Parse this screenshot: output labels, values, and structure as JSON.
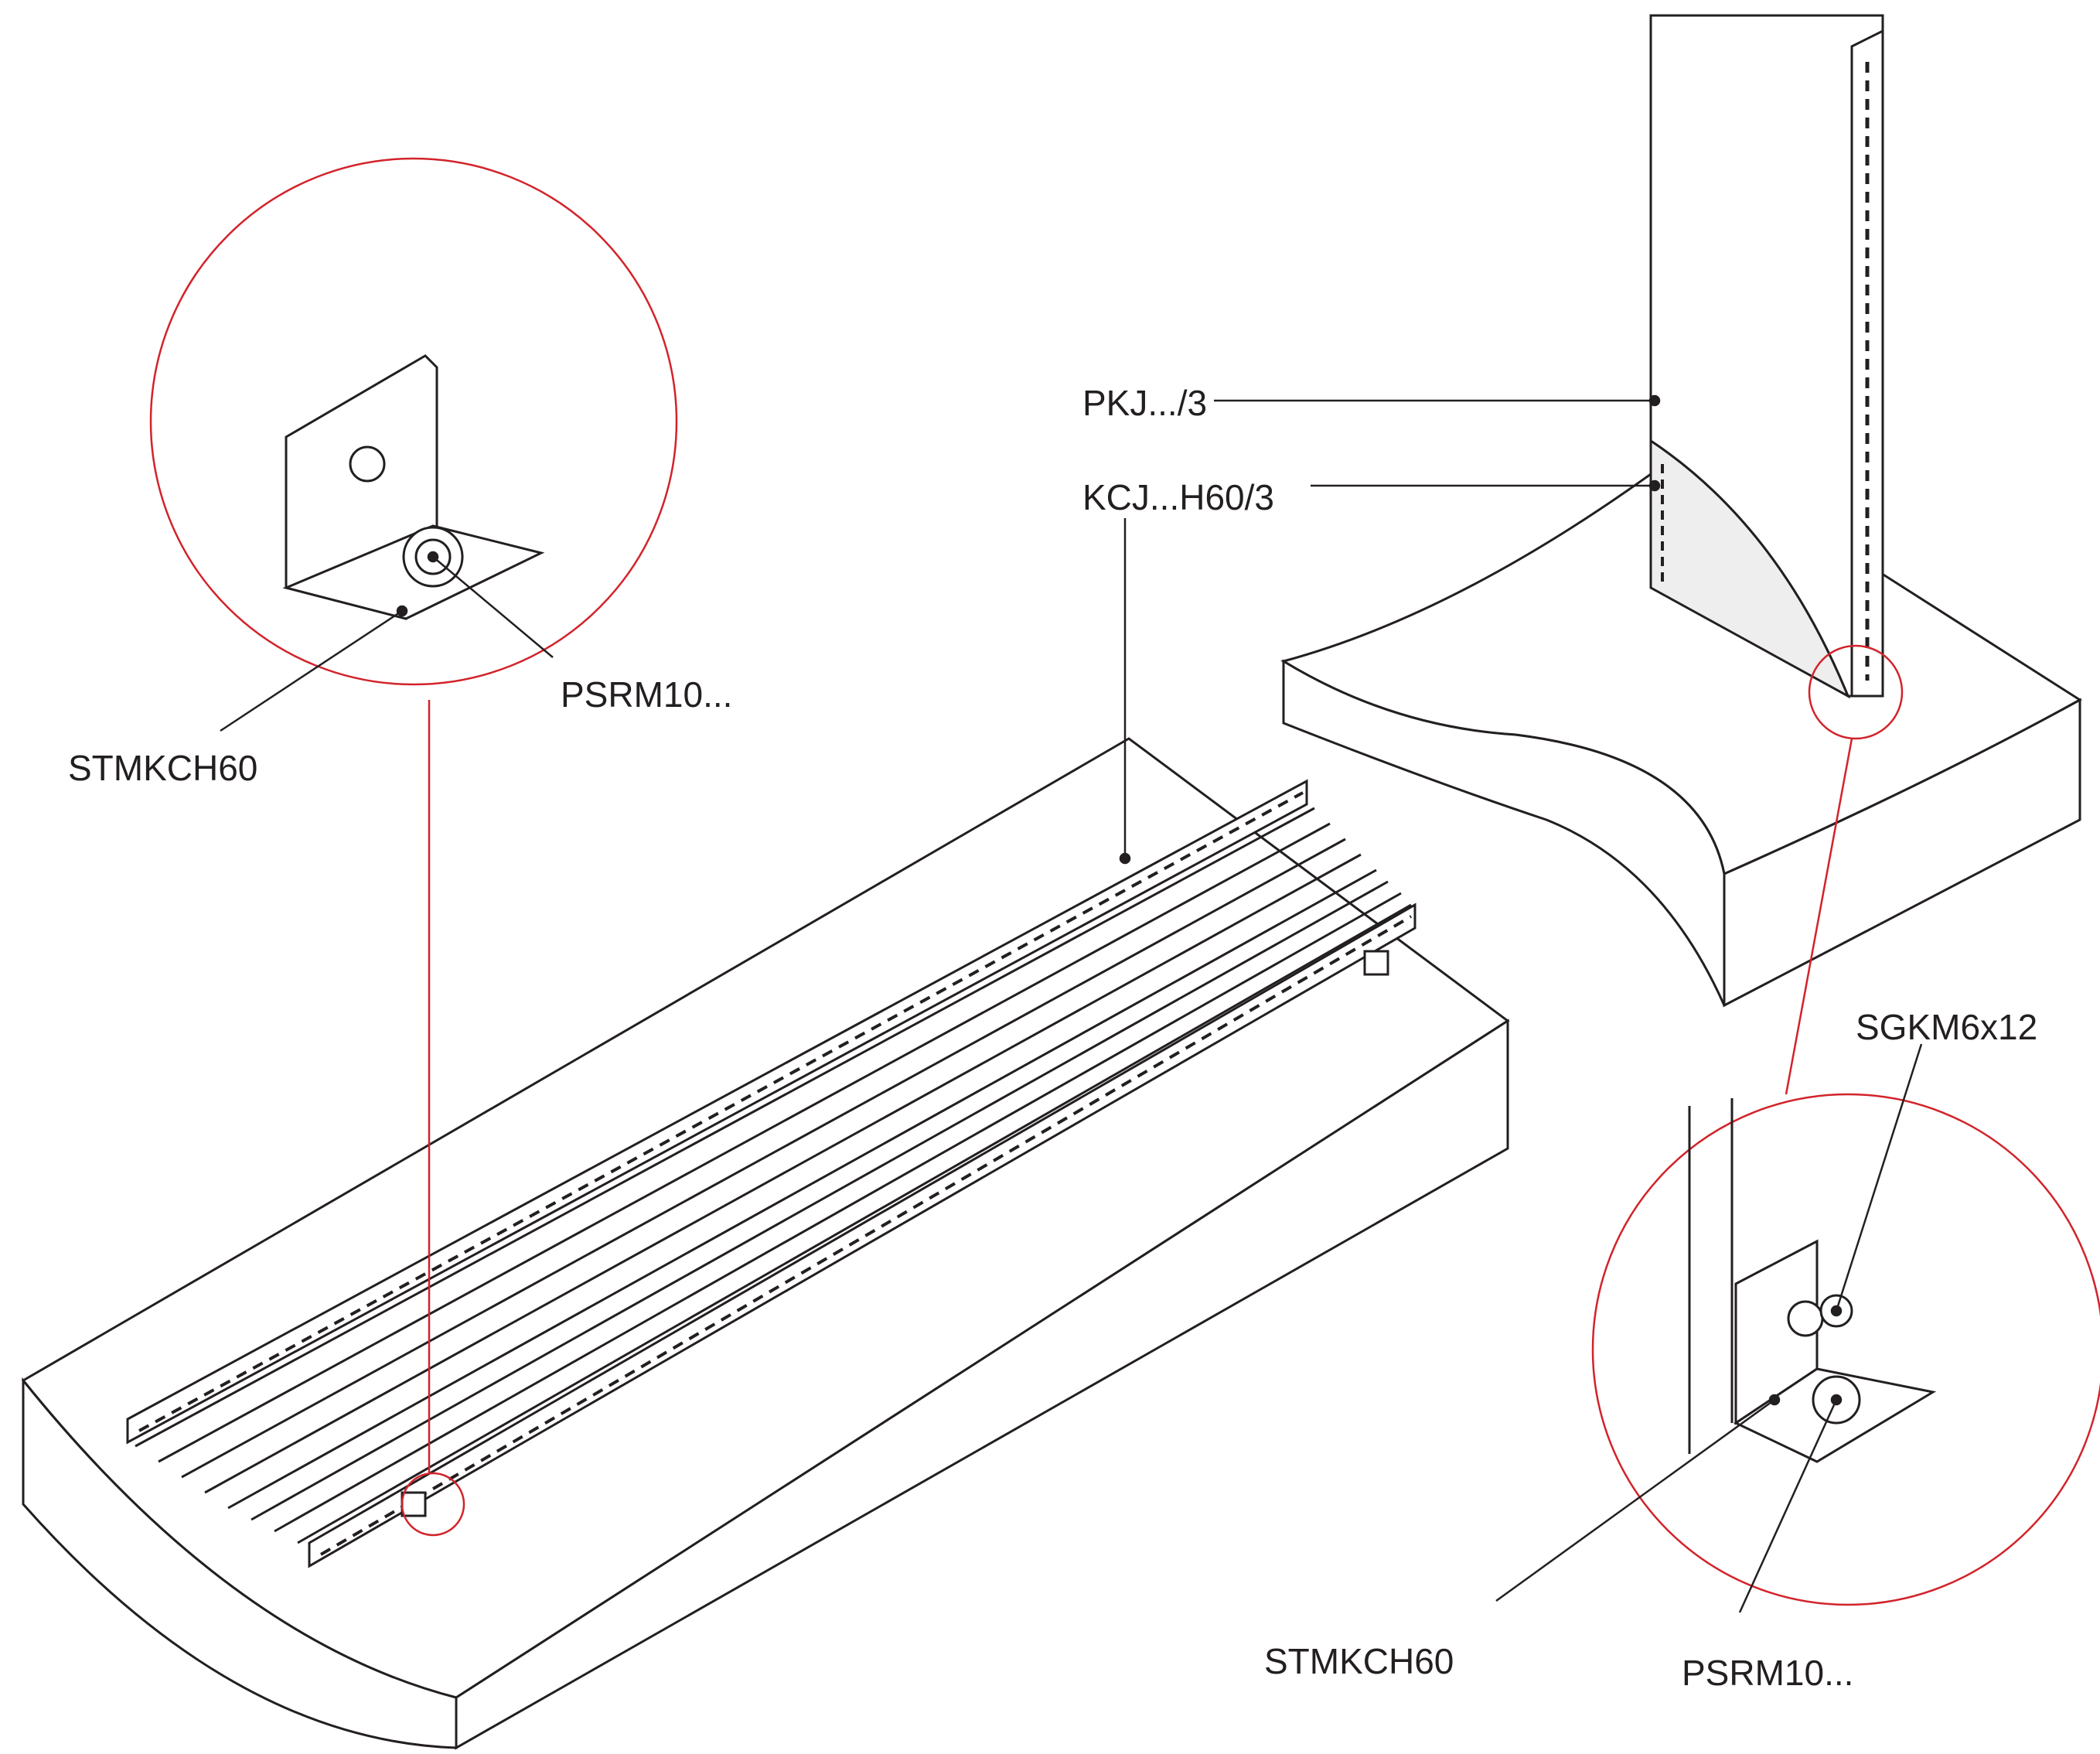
{
  "diagram": {
    "title": "Cable tray installation on ground with STMKCH60 brackets",
    "labels": {
      "pkj": "PKJ.../3",
      "kcj": "KCJ...H60/3",
      "stmkch_left": "STMKCH60",
      "psrm_left": "PSRM10...",
      "sgkm": "SGKM6x12",
      "stmkch_right": "STMKCH60",
      "psrm_right": "PSRM10..."
    },
    "colors": {
      "line": "#231f20",
      "detail_circle": "#d2232a",
      "fill": "#ffffff"
    }
  }
}
